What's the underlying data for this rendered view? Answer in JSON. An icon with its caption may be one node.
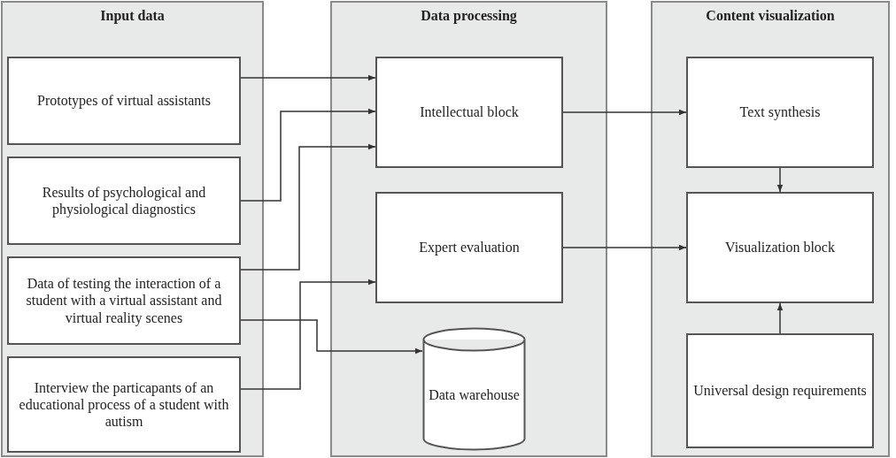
{
  "diagram": {
    "nodes": [
      {
        "text": [
          "Input data"
        ]
      },
      {
        "text": [
          "Prototypes of virtual assistants"
        ],
        "in": 0
      },
      {
        "text": [
          "Results of psychological and physiological diagnostics"
        ],
        "in": 0
      },
      {
        "text": [
          "Data of testing the interaction of a student with a virtual assistant and virtual reality scenes"
        ],
        "in": 0
      },
      {
        "text": [
          "Interview the particapants of an educational process of a student with autism"
        ],
        "in": 0
      },
      {
        "text": [
          "Data processing"
        ]
      },
      {
        "text": [
          "Intellectual block"
        ],
        "in": 5
      },
      {
        "text": [
          "Expert evaluation"
        ],
        "in": 5
      },
      {
        "text": [
          "Data warehouse"
        ],
        "in": 5
      },
      {
        "text": [
          "Content visualization"
        ]
      },
      {
        "text": [
          "Text synthesis"
        ],
        "in": 9
      },
      {
        "text": [
          "Visualization block"
        ],
        "in": 9
      },
      {
        "text": [
          "Universal design requirements"
        ],
        "in": 9
      }
    ],
    "edges": [
      {
        "from": 1,
        "to": 6,
        "arrow": "to"
      },
      {
        "from": 2,
        "to": 6,
        "arrow": "to"
      },
      {
        "from": 3,
        "to": 6,
        "arrow": "to"
      },
      {
        "from": 4,
        "to": 7,
        "arrow": "to"
      },
      {
        "from": 3,
        "to": 8,
        "arrow": "to"
      },
      {
        "from": 6,
        "to": 10,
        "arrow": "to"
      },
      {
        "from": 7,
        "to": 11,
        "arrow": "to"
      },
      {
        "from": 10,
        "to": 11,
        "arrow": "to"
      },
      {
        "from": 12,
        "to": 11,
        "arrow": "to"
      }
    ]
  }
}
